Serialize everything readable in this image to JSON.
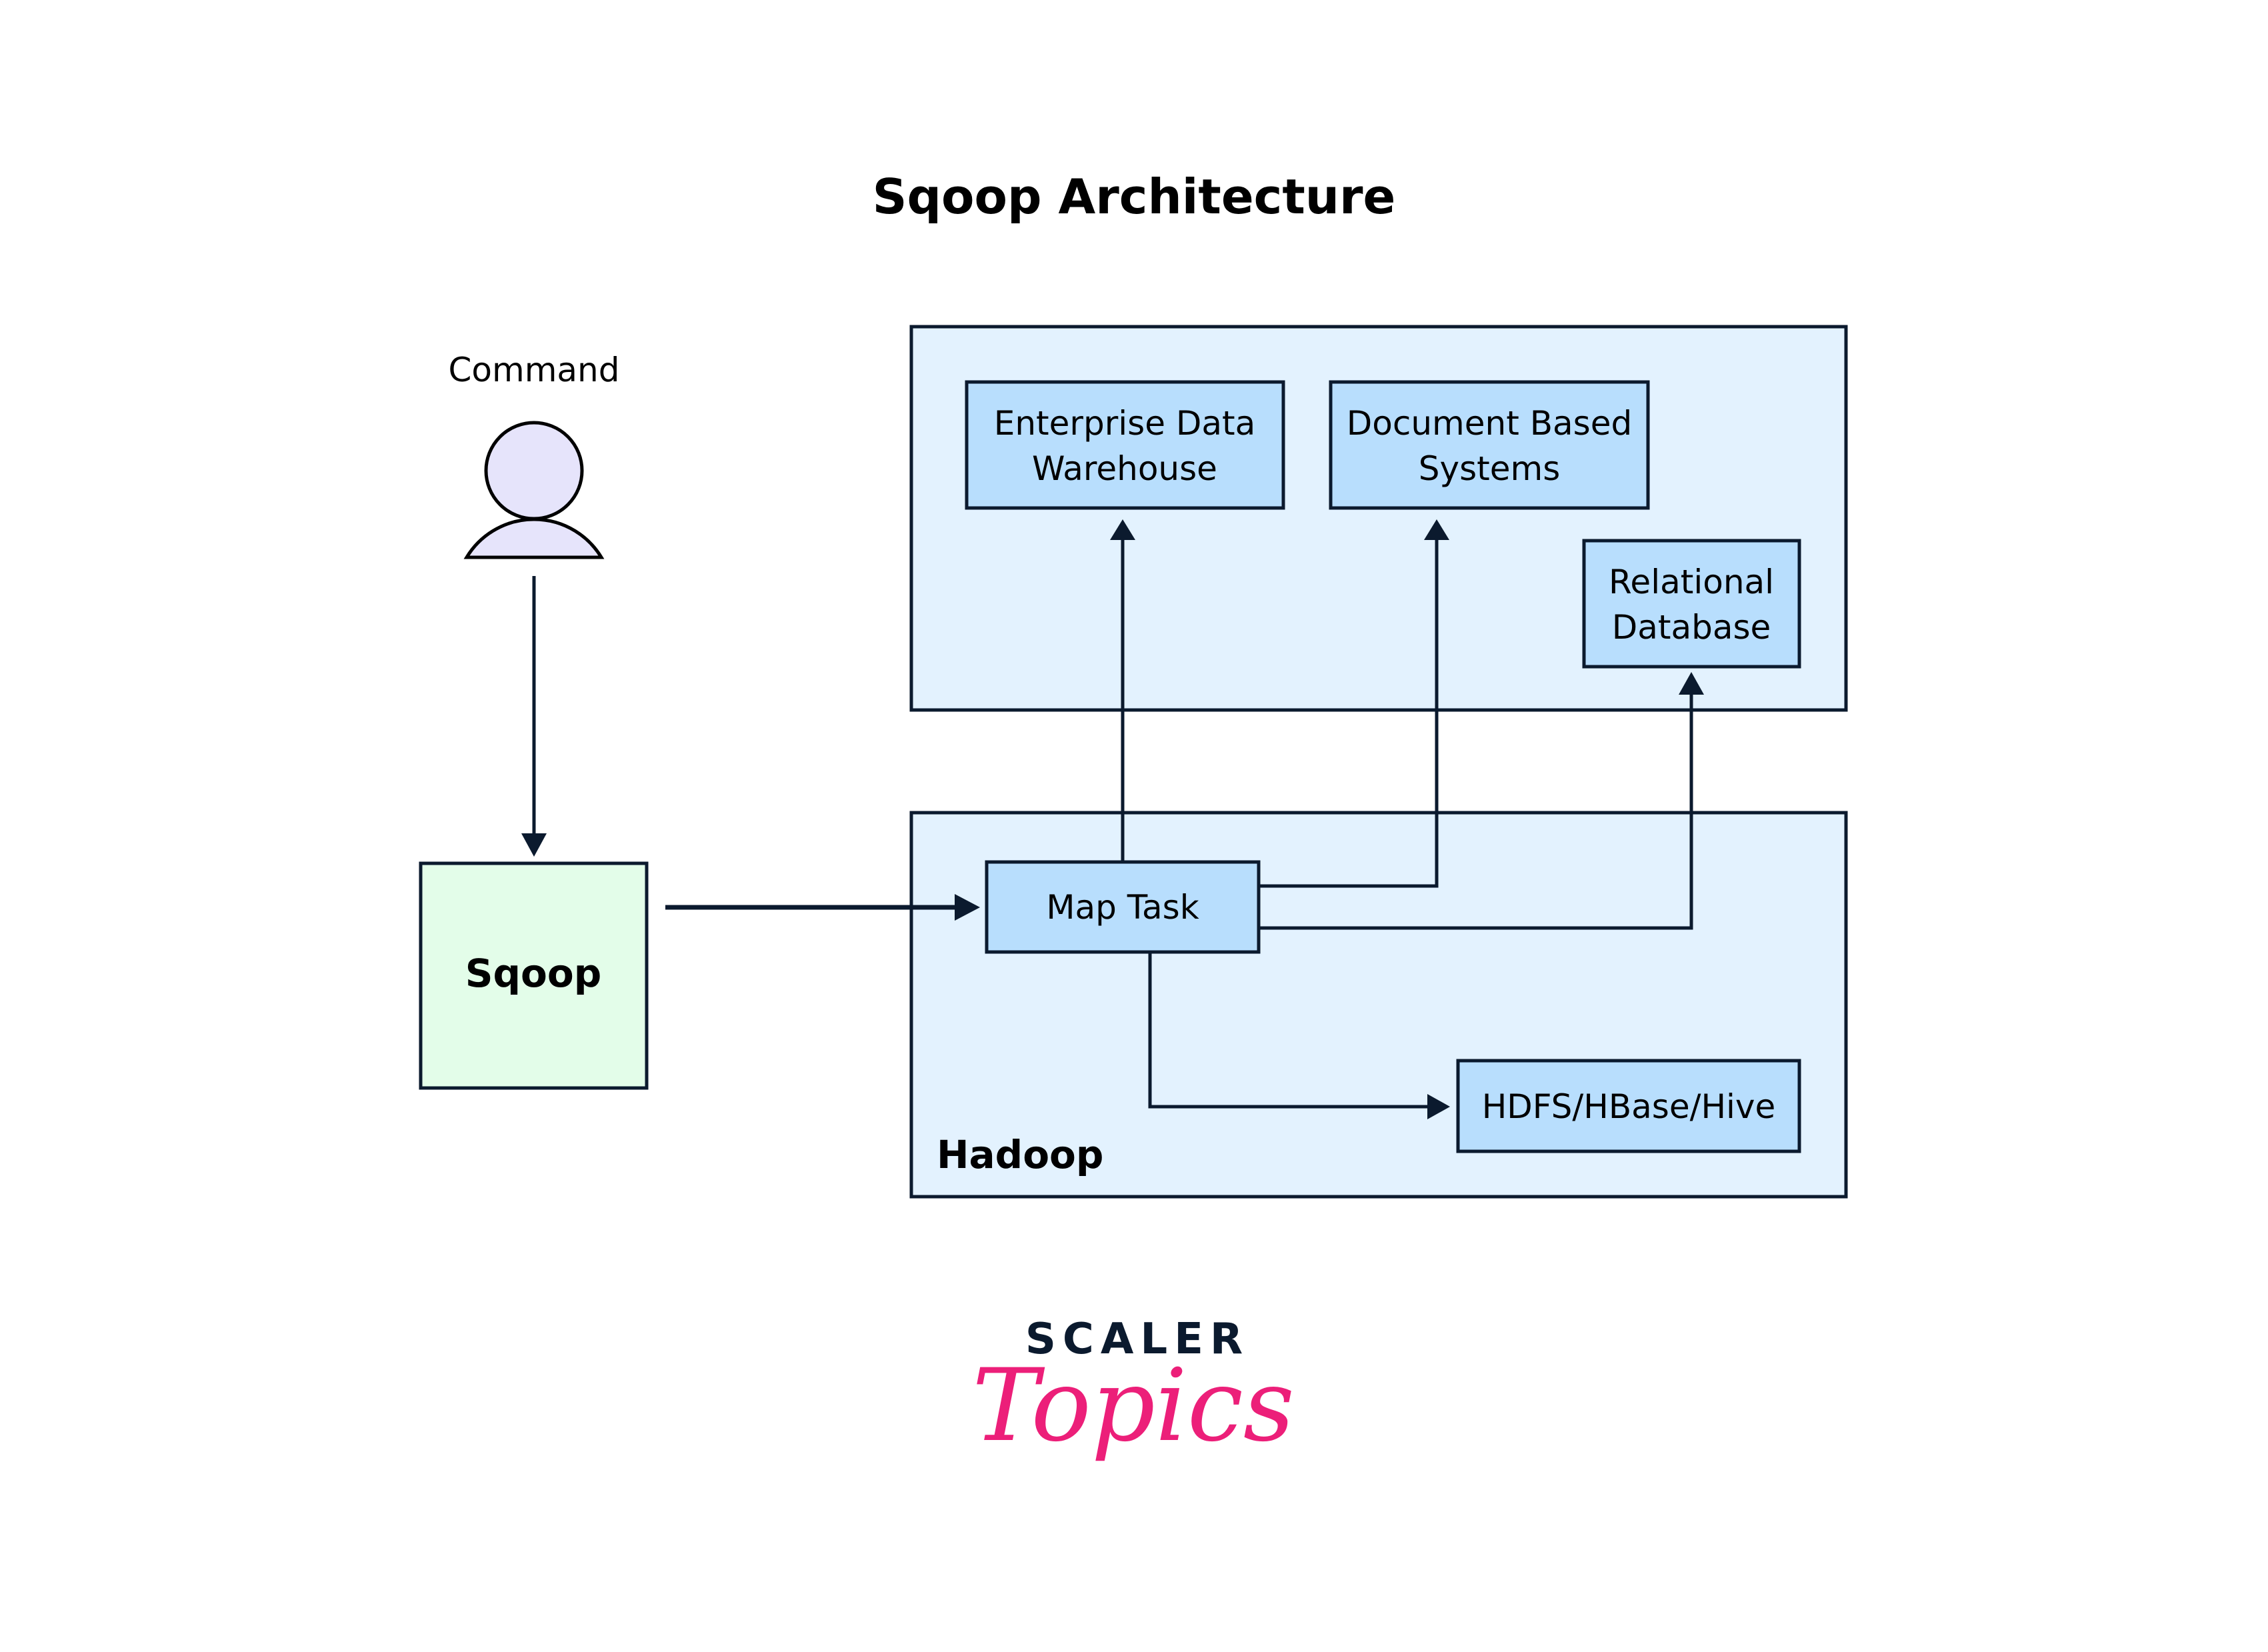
{
  "title": "Sqoop Architecture",
  "actor": {
    "label": "Command",
    "icon": "user-icon"
  },
  "nodes": {
    "sqoop": "Sqoop",
    "map_task": "Map Task",
    "edw": [
      "Enterprise Data",
      "Warehouse"
    ],
    "document_based": [
      "Document Based",
      "Systems"
    ],
    "relational_db": [
      "Relational",
      "Database"
    ],
    "hdfs": "HDFS/HBase/Hive"
  },
  "containers": {
    "external_stores": "",
    "hadoop": "Hadoop"
  },
  "edges": [
    {
      "from": "Command",
      "to": "Sqoop"
    },
    {
      "from": "Sqoop",
      "to": "Map Task"
    },
    {
      "from": "Map Task",
      "to": "Enterprise Data Warehouse"
    },
    {
      "from": "Map Task",
      "to": "Document Based Systems"
    },
    {
      "from": "Map Task",
      "to": "Relational Database"
    },
    {
      "from": "Map Task",
      "to": "HDFS/HBase/Hive"
    }
  ],
  "colors": {
    "container_fill": "#e3f2fe",
    "node_fill": "#b8defd",
    "sqoop_fill": "#e3fde9",
    "person_fill": "#e6e4fb",
    "stroke": "#0b1a2e",
    "brand_pink": "#ec1f79",
    "brand_navy": "#0b1a2e"
  },
  "logo": {
    "line1": "SCALER",
    "line2": "Topics"
  }
}
